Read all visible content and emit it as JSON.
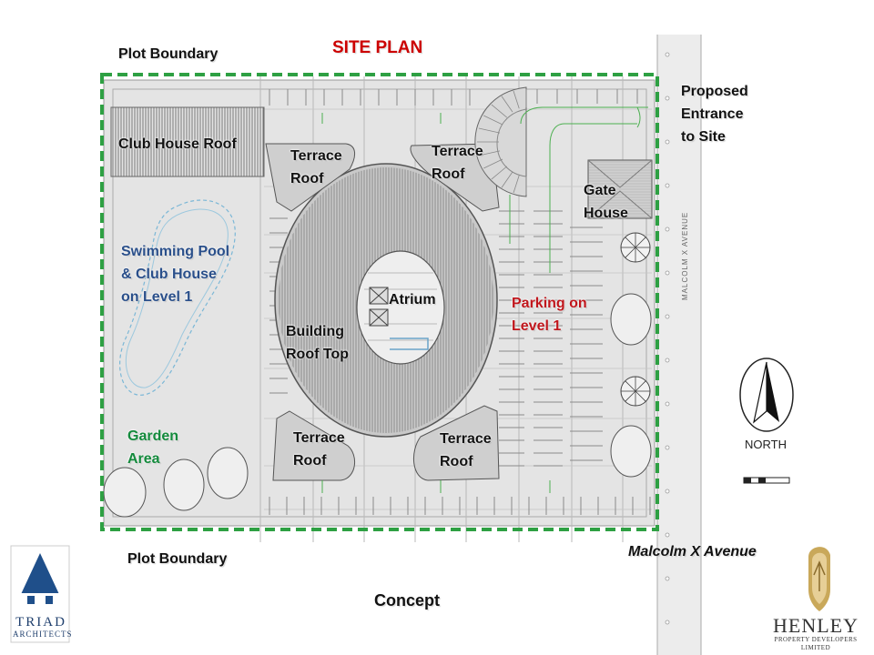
{
  "title": "SITE PLAN",
  "footer": {
    "concept": "Concept",
    "street_name": "Malcolm X Avenue"
  },
  "labels": {
    "plot_boundary_top": "Plot Boundary",
    "plot_boundary_bottom": "Plot Boundary",
    "club_house_roof": "Club House  Roof",
    "terrace_roof_tl": [
      "Terrace",
      "Roof"
    ],
    "terrace_roof_tr": [
      "Terrace",
      "Roof"
    ],
    "terrace_roof_bl": [
      "Terrace",
      "Roof"
    ],
    "terrace_roof_br": [
      "Terrace",
      "Roof"
    ],
    "pool": [
      "Swimming Pool",
      "& Club House",
      "on Level 1"
    ],
    "atrium": "Atrium",
    "building_roof": [
      "Building",
      "Roof Top"
    ],
    "parking": [
      "Parking on",
      "Level 1"
    ],
    "garden": [
      "Garden",
      "Area"
    ],
    "gate_house": [
      "Gate",
      "House"
    ],
    "entrance": [
      "Proposed",
      "Entrance",
      "to Site"
    ]
  },
  "road_label": "MALCOLM X AVENUE",
  "north": "NORTH",
  "logos": {
    "triad": {
      "line1": "TRIAD",
      "line2": "ARCHITECTS"
    },
    "henley": {
      "line1": "HENLEY",
      "line2": "PROPERTY DEVELOPERS LIMITED"
    }
  },
  "colors": {
    "boundary": "#2ea043",
    "title": "#cc0000",
    "pool_text": "#2a4f8a",
    "parking_text": "#c0161c",
    "garden_text": "#138a3c",
    "triad_blue": "#1f4f8a",
    "henley_gold": "#c9a85a"
  }
}
